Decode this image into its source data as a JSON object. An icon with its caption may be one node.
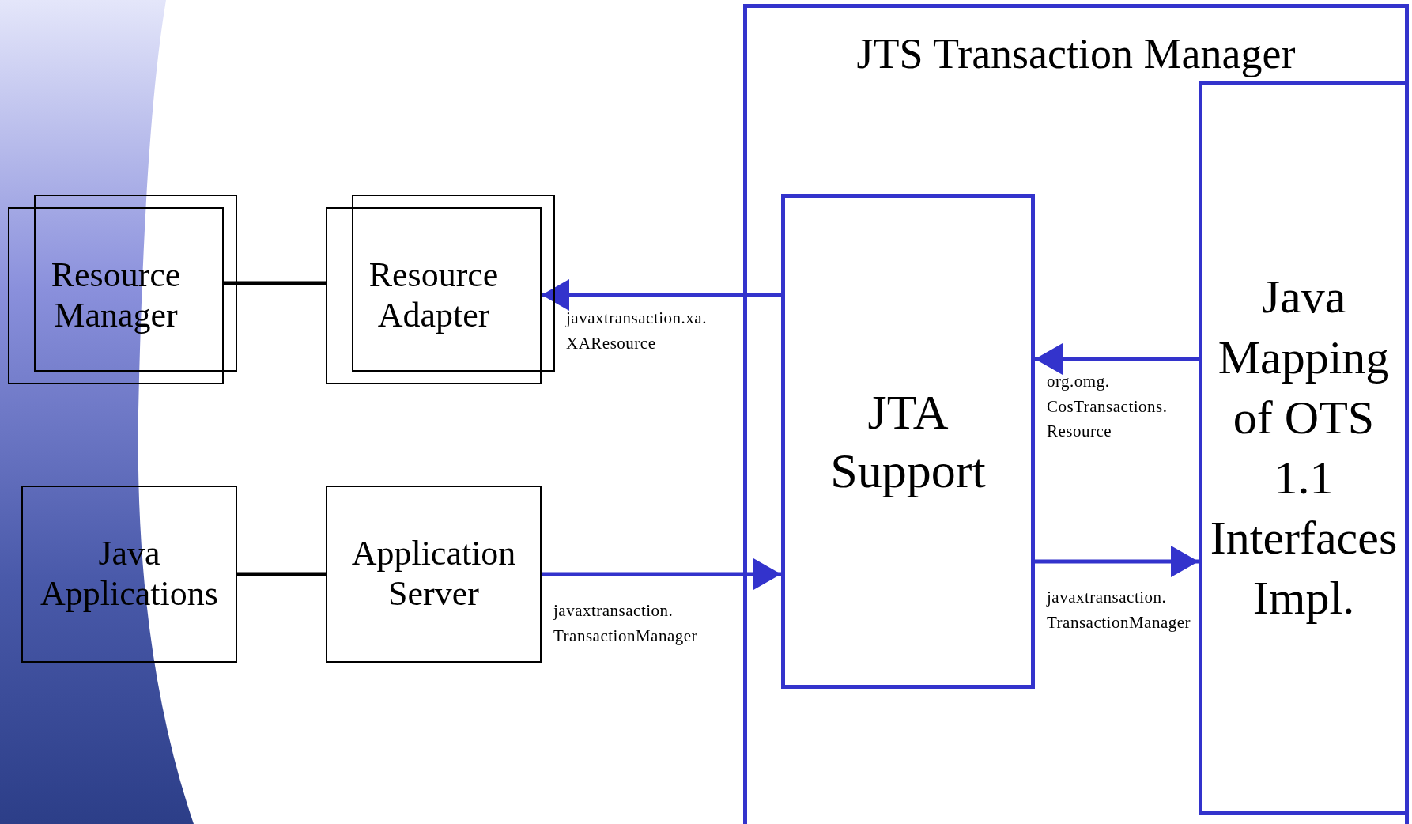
{
  "diagram": {
    "nodes": [
      {
        "text": [
          "JTS Transaction Manager"
        ]
      },
      {
        "text": [
          "Resource Manager"
        ]
      },
      {
        "text": [
          "Resource Adapter"
        ]
      },
      {
        "text": [
          "Java Applications"
        ]
      },
      {
        "text": [
          "Application Server"
        ]
      },
      {
        "text": [
          "JTA Support"
        ],
        "in": 0
      },
      {
        "text": [
          "Java Mapping of OTS 1.1 Interfaces Impl."
        ],
        "in": 0
      }
    ],
    "edges": [
      {
        "from": 1,
        "to": 2,
        "arrow": "none",
        "color": "#000000"
      },
      {
        "from": 3,
        "to": 4,
        "arrow": "none",
        "color": "#000000"
      },
      {
        "from": 5,
        "to": 2,
        "arrow": "to",
        "label": "javaxtransaction.xa. XAResource"
      },
      {
        "from": 4,
        "to": 5,
        "arrow": "to",
        "label": "javaxtransaction. TransactionManager"
      },
      {
        "from": 6,
        "to": 5,
        "arrow": "to",
        "label": "org.omg. CosTransactions. Resource"
      },
      {
        "from": 5,
        "to": 6,
        "arrow": "to",
        "label": "javaxtransaction. TransactionManager"
      }
    ]
  }
}
